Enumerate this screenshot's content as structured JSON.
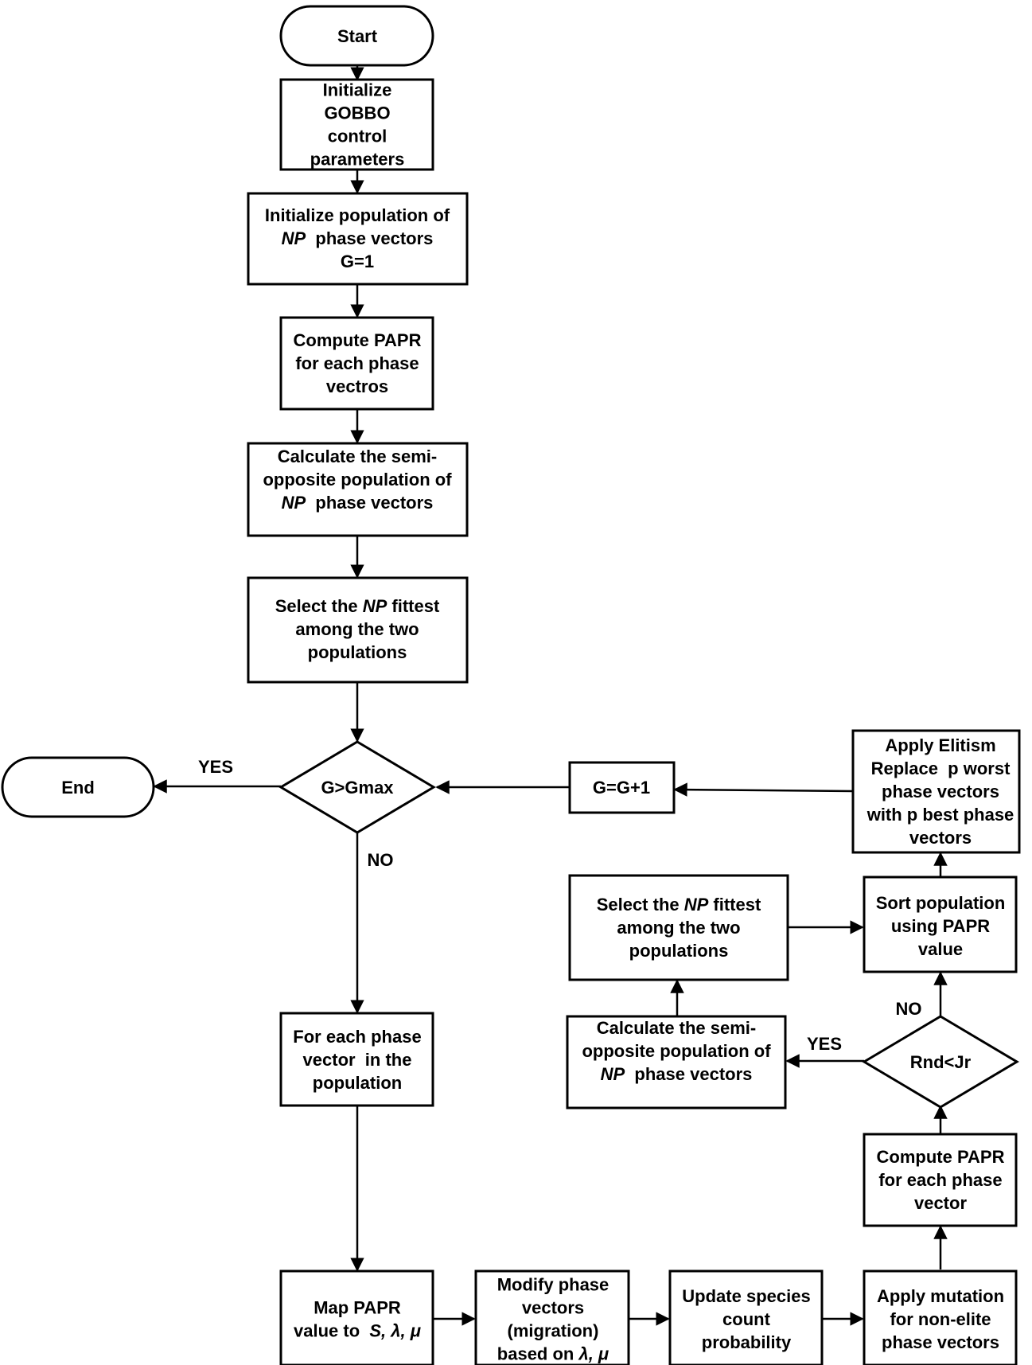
{
  "colors": {
    "stroke": "#000000",
    "fill": "#ffffff",
    "text": "#000000"
  },
  "nodes": {
    "start": {
      "lines": [
        [
          {
            "t": "Start"
          }
        ]
      ]
    },
    "init_params": {
      "lines": [
        [
          {
            "t": "Initialize"
          }
        ],
        [
          {
            "t": "GOBBO"
          }
        ],
        [
          {
            "t": "control"
          }
        ],
        [
          {
            "t": "parameters"
          }
        ]
      ]
    },
    "init_pop": {
      "lines": [
        [
          {
            "t": "Initialize population of"
          }
        ],
        [
          {
            "t": "NP",
            "i": true
          },
          {
            "t": "  phase vectors"
          }
        ],
        [
          {
            "t": "G=1"
          }
        ]
      ]
    },
    "compute_papr_1": {
      "lines": [
        [
          {
            "t": "Compute PAPR"
          }
        ],
        [
          {
            "t": "for each phase"
          }
        ],
        [
          {
            "t": "vectros"
          }
        ]
      ]
    },
    "calc_semi_1": {
      "lines": [
        [
          {
            "t": "Calculate the semi-"
          }
        ],
        [
          {
            "t": "opposite population of"
          }
        ],
        [
          {
            "t": "NP",
            "i": true
          },
          {
            "t": "  phase vectors"
          }
        ]
      ]
    },
    "select_fittest_1": {
      "lines": [
        [
          {
            "t": "Select the "
          },
          {
            "t": "NP",
            "i": true
          },
          {
            "t": " fittest"
          }
        ],
        [
          {
            "t": "among the two"
          }
        ],
        [
          {
            "t": "populations"
          }
        ]
      ]
    },
    "decision_gmax": {
      "lines": [
        [
          {
            "t": "G>Gmax"
          }
        ]
      ]
    },
    "end": {
      "lines": [
        [
          {
            "t": "End"
          }
        ]
      ]
    },
    "g_increment": {
      "lines": [
        [
          {
            "t": "G=G+1"
          }
        ]
      ]
    },
    "apply_elitism": {
      "lines": [
        [
          {
            "t": "Apply Elitism"
          }
        ],
        [
          {
            "t": "Replace  p worst"
          }
        ],
        [
          {
            "t": "phase vectors"
          }
        ],
        [
          {
            "t": "with p best phase"
          }
        ],
        [
          {
            "t": "vectors"
          }
        ]
      ]
    },
    "select_fittest_2": {
      "lines": [
        [
          {
            "t": "Select the "
          },
          {
            "t": "NP",
            "i": true
          },
          {
            "t": " fittest"
          }
        ],
        [
          {
            "t": "among the two"
          }
        ],
        [
          {
            "t": "populations"
          }
        ]
      ]
    },
    "sort_pop": {
      "lines": [
        [
          {
            "t": "Sort population"
          }
        ],
        [
          {
            "t": "using PAPR"
          }
        ],
        [
          {
            "t": "value"
          }
        ]
      ]
    },
    "calc_semi_2": {
      "lines": [
        [
          {
            "t": "Calculate the semi-"
          }
        ],
        [
          {
            "t": "opposite population of"
          }
        ],
        [
          {
            "t": "NP",
            "i": true
          },
          {
            "t": "  phase vectors"
          }
        ]
      ]
    },
    "decision_rnd": {
      "lines": [
        [
          {
            "t": "Rnd<Jr"
          }
        ]
      ]
    },
    "for_each": {
      "lines": [
        [
          {
            "t": "For each phase"
          }
        ],
        [
          {
            "t": "vector  in the"
          }
        ],
        [
          {
            "t": "population"
          }
        ]
      ]
    },
    "compute_papr_2": {
      "lines": [
        [
          {
            "t": "Compute PAPR"
          }
        ],
        [
          {
            "t": "for each phase"
          }
        ],
        [
          {
            "t": "vector"
          }
        ]
      ]
    },
    "map_papr": {
      "lines": [
        [
          {
            "t": "Map PAPR"
          }
        ],
        [
          {
            "t": "value to  "
          },
          {
            "t": "S, λ, μ",
            "i": true
          }
        ]
      ]
    },
    "modify_vectors": {
      "lines": [
        [
          {
            "t": "Modify phase"
          }
        ],
        [
          {
            "t": "vectors"
          }
        ],
        [
          {
            "t": "(migration)"
          }
        ],
        [
          {
            "t": "based on "
          },
          {
            "t": "λ, μ",
            "i": true
          }
        ]
      ]
    },
    "update_species": {
      "lines": [
        [
          {
            "t": "Update species"
          }
        ],
        [
          {
            "t": "count"
          }
        ],
        [
          {
            "t": "probability"
          }
        ]
      ]
    },
    "apply_mutation": {
      "lines": [
        [
          {
            "t": "Apply mutation"
          }
        ],
        [
          {
            "t": "for non-elite"
          }
        ],
        [
          {
            "t": "phase vectors"
          }
        ]
      ]
    }
  },
  "edge_labels": {
    "gmax_yes": "YES",
    "gmax_no": "NO",
    "rnd_yes": "YES",
    "rnd_no": "NO"
  }
}
